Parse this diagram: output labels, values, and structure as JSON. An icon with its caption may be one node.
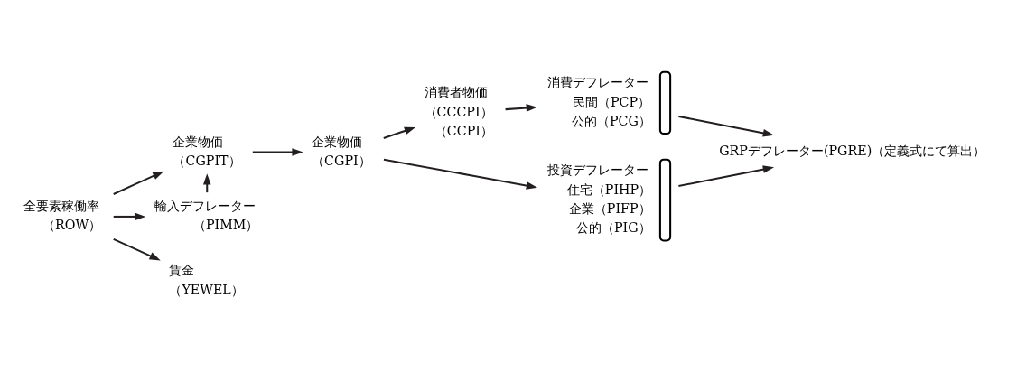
{
  "diagram": {
    "nodes": [
      {
        "text": [
          "全要素稼働率",
          "（ROW）"
        ]
      },
      {
        "text": [
          "企業物価",
          "（CGPIT）"
        ]
      },
      {
        "text": [
          "輸入デフレーター",
          "（PIMM）"
        ]
      },
      {
        "text": [
          "賃金",
          "（YEWEL）"
        ]
      },
      {
        "text": [
          "企業物価",
          "（CGPI）"
        ]
      },
      {
        "text": [
          "消費者物価",
          "（CCCPI）",
          "（CCPI）"
        ]
      },
      {
        "text": [
          "消費デフレーター",
          "民間（PCP）",
          "公的（PCG）"
        ]
      },
      {
        "text": [
          "投資デフレーター",
          "住宅（PIHP）",
          "企業（PIFP）",
          "公的（PIG）"
        ]
      },
      {
        "text": [
          "GRPデフレーター(PGRE)（定義式にて算出）"
        ]
      }
    ],
    "edges": [
      {
        "from": 0,
        "to": 1,
        "arrow": "to"
      },
      {
        "from": 0,
        "to": 2,
        "arrow": "to"
      },
      {
        "from": 0,
        "to": 3,
        "arrow": "to"
      },
      {
        "from": 2,
        "to": 1,
        "arrow": "to"
      },
      {
        "from": 1,
        "to": 4,
        "arrow": "to"
      },
      {
        "from": 4,
        "to": 5,
        "arrow": "to"
      },
      {
        "from": 4,
        "to": 7,
        "arrow": "to"
      },
      {
        "from": 5,
        "to": 6,
        "arrow": "to"
      },
      {
        "from": 6,
        "to": 8,
        "arrow": "to"
      },
      {
        "from": 7,
        "to": 8,
        "arrow": "to"
      }
    ]
  }
}
